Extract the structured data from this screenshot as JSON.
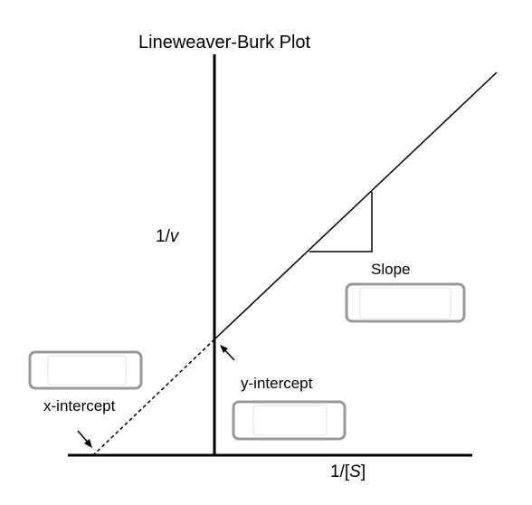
{
  "diagram": {
    "title": "Lineweaver-Burk Plot",
    "y_axis_label": "1/v",
    "x_axis_label": "1/[S]",
    "annotations": {
      "slope": "Slope",
      "y_intercept": "y-intercept",
      "x_intercept": "x-intercept"
    },
    "answer_boxes": [
      {
        "id": "x-intercept-answer",
        "value": ""
      },
      {
        "id": "y-intercept-answer",
        "value": ""
      },
      {
        "id": "slope-answer",
        "value": ""
      }
    ],
    "colors": {
      "line": "#000000",
      "box_border": "#9a9a9a",
      "background": "#ffffff"
    }
  }
}
